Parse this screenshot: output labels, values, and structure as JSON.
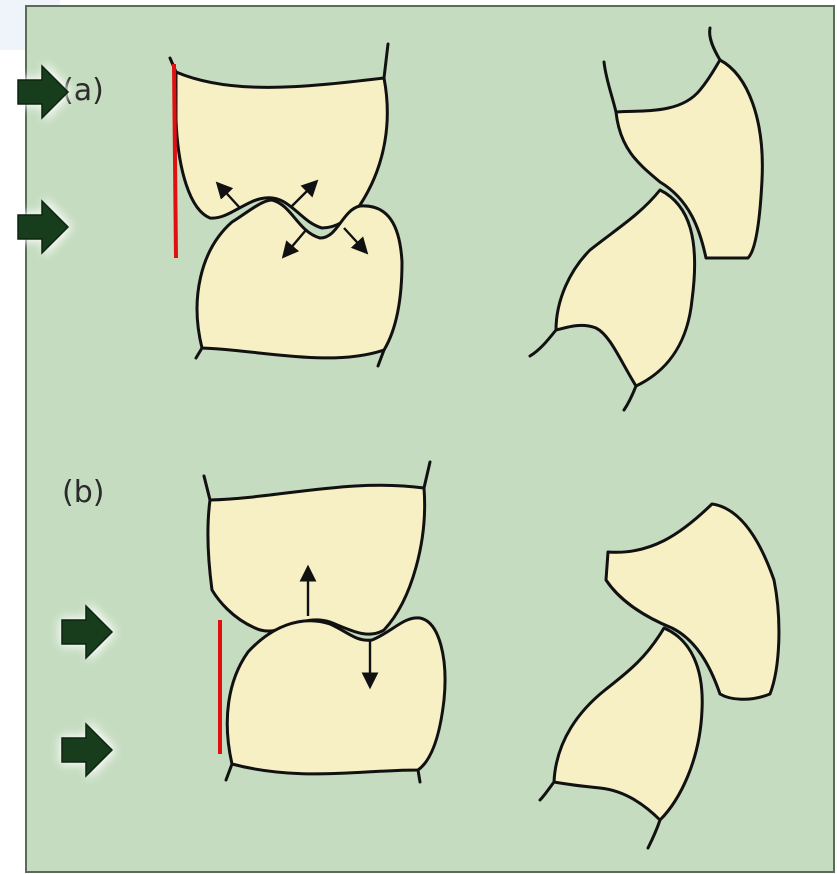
{
  "panels": [
    {
      "id": "a",
      "label": "(a)"
    },
    {
      "id": "b",
      "label": "(b)"
    }
  ],
  "colors": {
    "background": "#c5dcc0",
    "border": "#5a6b58",
    "tooth_fill": "#f6f0c4",
    "outline": "#111111",
    "reference_line": "#e01010",
    "pointer_arrow": "#173d1c",
    "pointer_glow": "#ffffff"
  },
  "icons": {
    "pointer": "right-arrow-icon",
    "force": "double-headed-arrow"
  }
}
